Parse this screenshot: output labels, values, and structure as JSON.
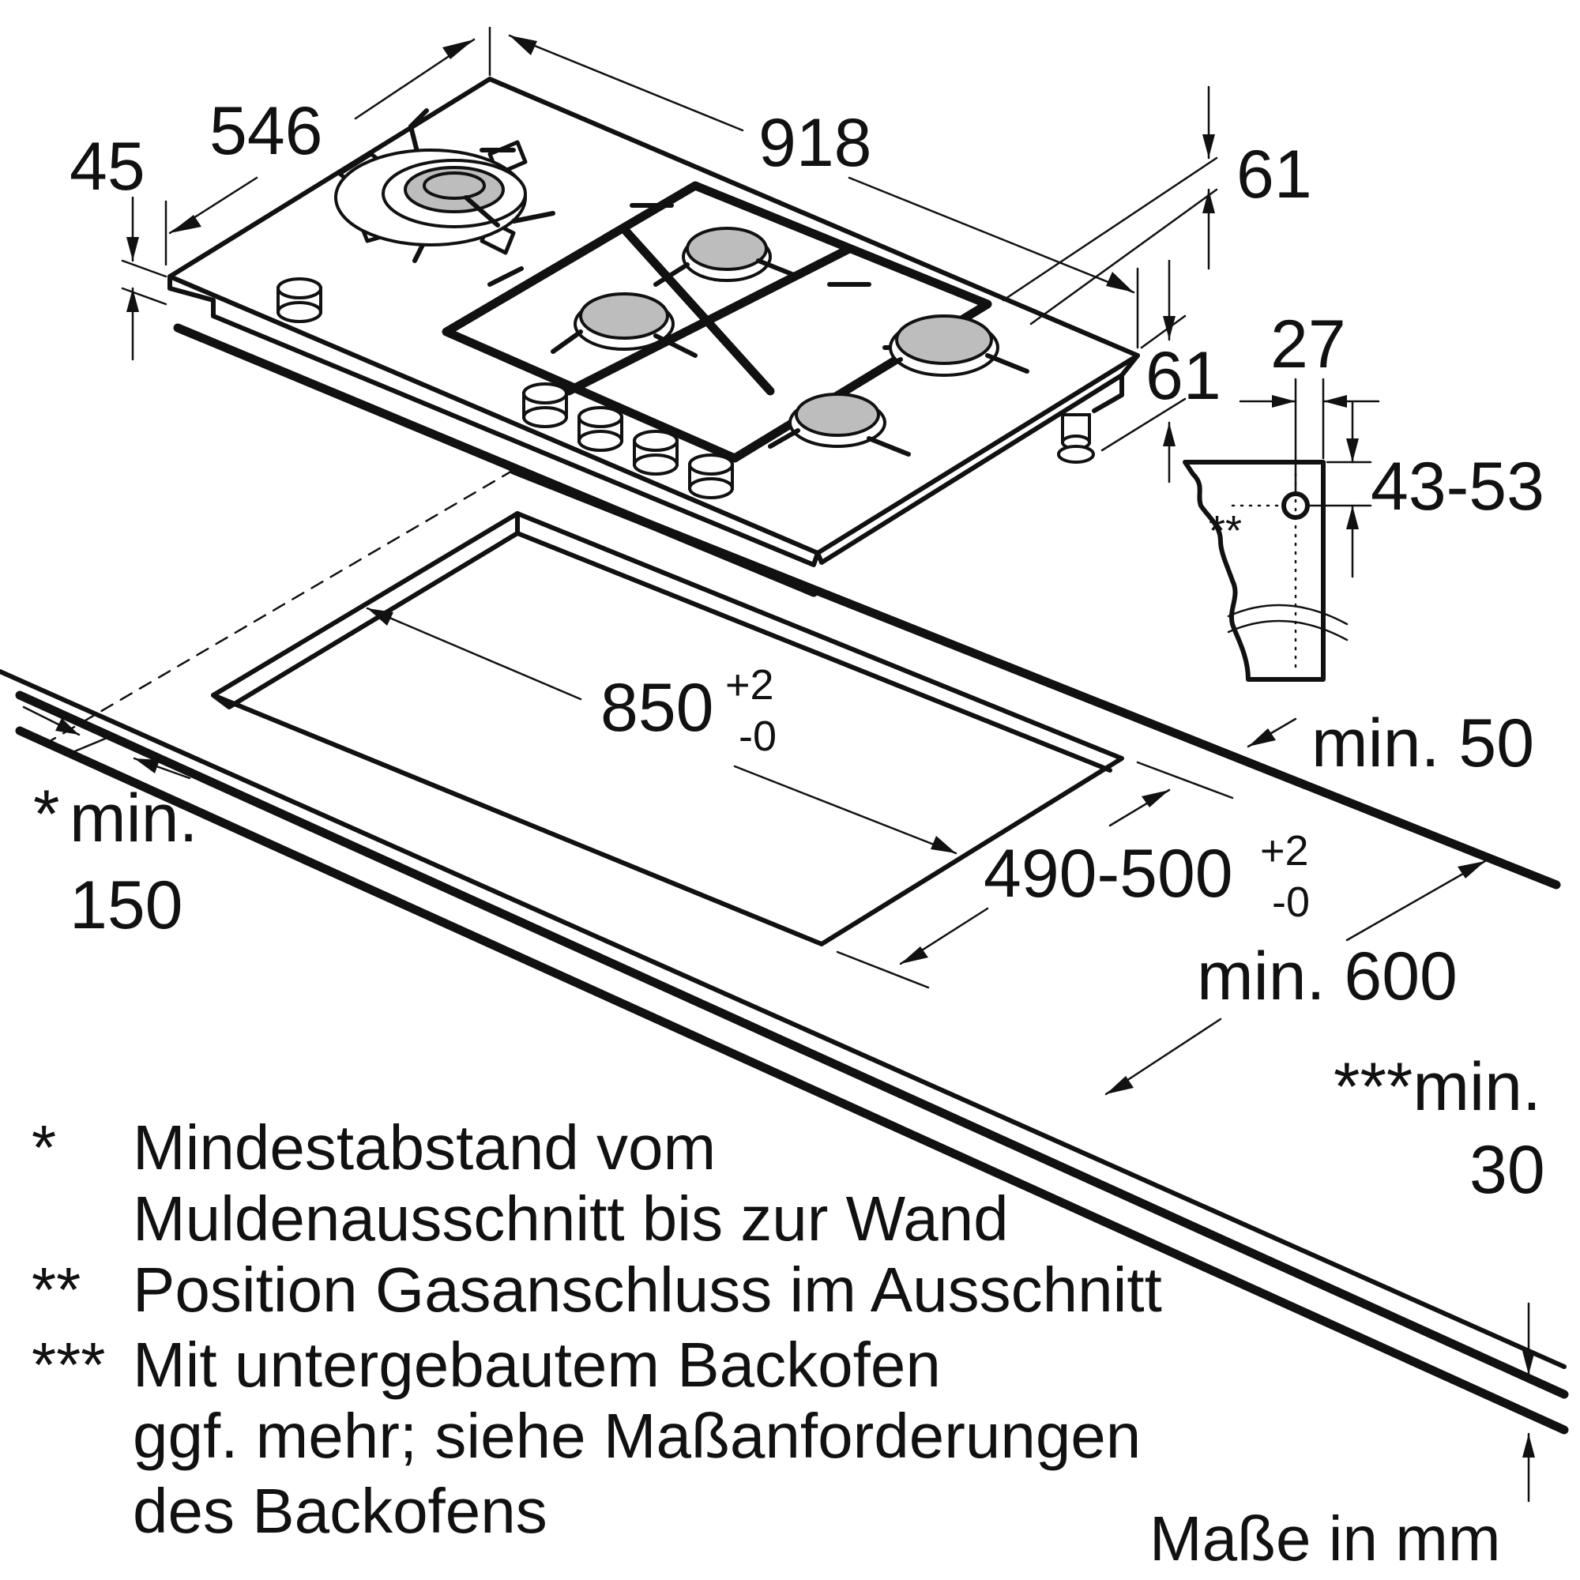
{
  "dimensions": {
    "height": "45",
    "depth": "546",
    "width": "918",
    "right_top": "61",
    "right_side": "61",
    "gas_offset": "27",
    "gas_height": "43-53",
    "cutout_width": "850",
    "cutout_width_tol_plus": "+2",
    "cutout_width_tol_minus": "-0",
    "cutout_depth": "490-500",
    "cutout_depth_tol_plus": "+2",
    "cutout_depth_tol_minus": "-0",
    "min_rear": "min. 50",
    "min_front": "min. 600",
    "min_wall_star": "*",
    "min_wall_line1": "min.",
    "min_wall_line2": "150",
    "min_below_line1": "***min.",
    "min_below_line2": "30",
    "gas_marker": "**"
  },
  "notes": [
    {
      "marker": "*",
      "lines": [
        "Mindestabstand vom",
        "Muldenausschnitt bis zur Wand"
      ]
    },
    {
      "marker": "**",
      "lines": [
        "Position Gasanschluss im Ausschnitt"
      ]
    },
    {
      "marker": "***",
      "lines": [
        "Mit untergebautem Backofen",
        "ggf. mehr; siehe Maßanforderungen",
        "des Backofens"
      ]
    }
  ],
  "units_label": "Maße in mm"
}
